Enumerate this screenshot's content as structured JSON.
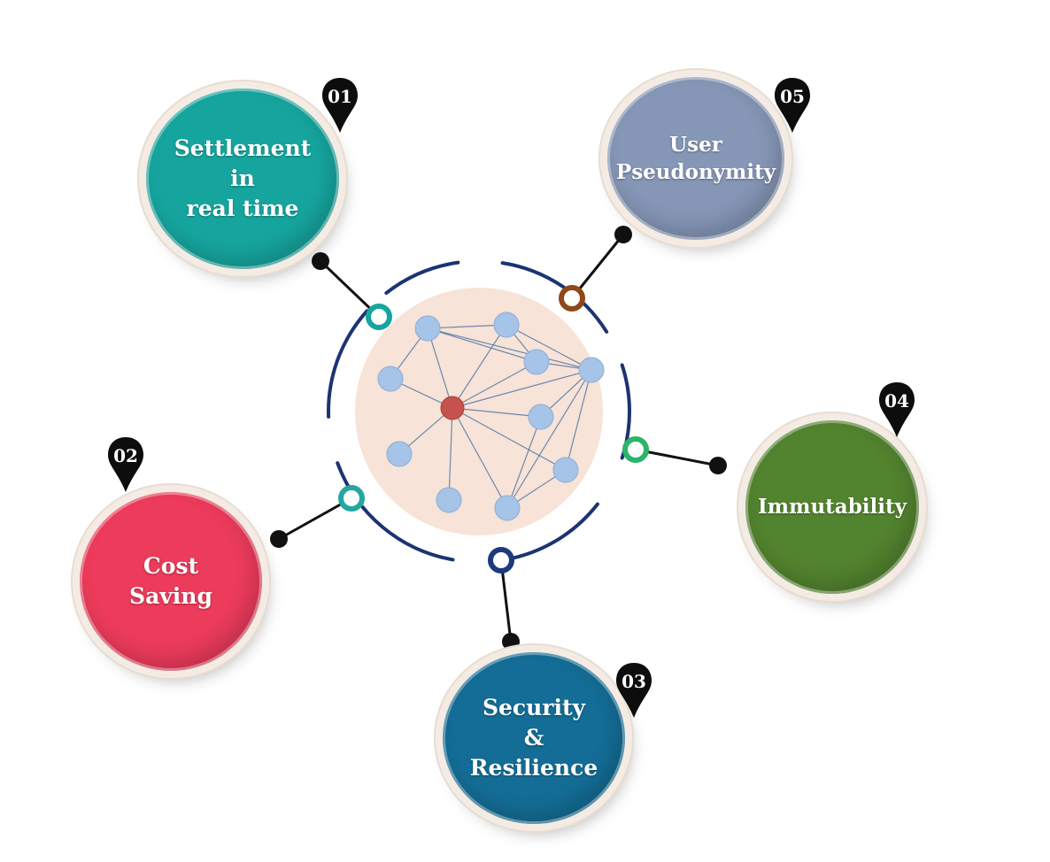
{
  "nodes": [
    {
      "id": "n01",
      "number": "01",
      "label": "Settlement in\nreal time",
      "color": "#16a59e",
      "connector_color": "#16a59e"
    },
    {
      "id": "n02",
      "number": "02",
      "label": "Cost\nSaving",
      "color": "#ec3b5b",
      "connector_color": "#25a6a0"
    },
    {
      "id": "n03",
      "number": "03",
      "label": "Security\n&\nResilience",
      "color": "#146d96",
      "connector_color": "#1c3a7c"
    },
    {
      "id": "n04",
      "number": "04",
      "label": "Immutability",
      "color": "#52832e",
      "connector_color": "#2bb46a"
    },
    {
      "id": "n05",
      "number": "05",
      "label": "User\nPseudonymity",
      "color": "#8596b6",
      "connector_color": "#8f4817"
    }
  ],
  "colors": {
    "hub_fill": "#f7e3d7",
    "hub_arc": "#1c3373",
    "network_node": "#a6c3e8",
    "network_center": "#c6524d",
    "network_edge": "#5777a6",
    "pin": "#0d0d0d"
  }
}
